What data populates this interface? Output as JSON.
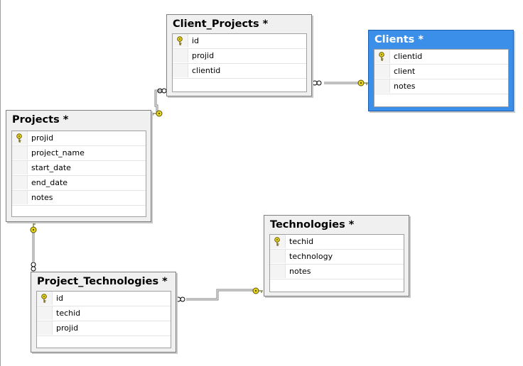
{
  "diagram": {
    "tables": [
      {
        "id": "client_projects",
        "name": "Client_Projects *",
        "selected": false,
        "columns": [
          {
            "name": "id",
            "pk": true
          },
          {
            "name": "projid",
            "pk": false
          },
          {
            "name": "clientid",
            "pk": false
          }
        ]
      },
      {
        "id": "clients",
        "name": "Clients *",
        "selected": true,
        "columns": [
          {
            "name": "clientid",
            "pk": true
          },
          {
            "name": "client",
            "pk": false
          },
          {
            "name": "notes",
            "pk": false
          }
        ]
      },
      {
        "id": "projects",
        "name": "Projects *",
        "selected": false,
        "columns": [
          {
            "name": "projid",
            "pk": true
          },
          {
            "name": "project_name",
            "pk": false
          },
          {
            "name": "start_date",
            "pk": false
          },
          {
            "name": "end_date",
            "pk": false
          },
          {
            "name": "notes",
            "pk": false
          }
        ]
      },
      {
        "id": "technologies",
        "name": "Technologies *",
        "selected": false,
        "columns": [
          {
            "name": "techid",
            "pk": true
          },
          {
            "name": "technology",
            "pk": false
          },
          {
            "name": "notes",
            "pk": false
          }
        ]
      },
      {
        "id": "project_technologies",
        "name": "Project_Technologies *",
        "selected": false,
        "columns": [
          {
            "name": "id",
            "pk": true
          },
          {
            "name": "techid",
            "pk": false
          },
          {
            "name": "projid",
            "pk": false
          }
        ]
      }
    ],
    "relationships": [
      {
        "from": "client_projects",
        "to": "clients",
        "many_end": "client_projects",
        "one_end": "clients"
      },
      {
        "from": "client_projects",
        "to": "projects",
        "many_end": "client_projects",
        "one_end": "projects"
      },
      {
        "from": "projects",
        "to": "project_technologies",
        "many_end": "project_technologies",
        "one_end": "projects"
      },
      {
        "from": "project_technologies",
        "to": "technologies",
        "many_end": "project_technologies",
        "one_end": "technologies"
      }
    ],
    "colors": {
      "table_background": "#f0f0f0",
      "selected_table_background": "#3c8fe8",
      "key_icon": "#e8d820",
      "relationship_line": "#808080"
    },
    "icons": {
      "primary_key": "key-icon",
      "many_end": "infinity-icon",
      "one_end": "key-icon"
    }
  }
}
